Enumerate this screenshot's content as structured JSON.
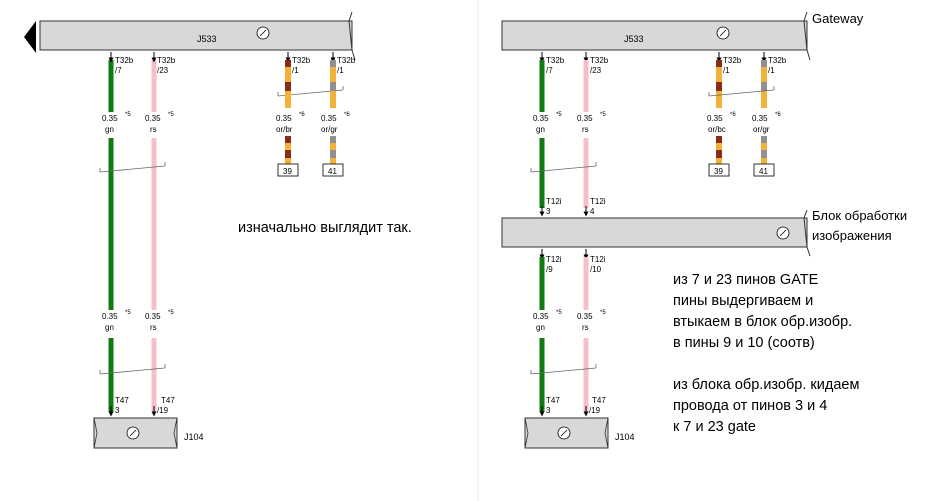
{
  "left_panel": {
    "gateway_id": "J533",
    "device_id": "J104",
    "note": "изначально выглядит так.",
    "wires": [
      {
        "top_pin": "T32b",
        "top_pin_no": "/7",
        "size_top": "0.35",
        "sup_top": "*5",
        "color_top": "gn",
        "size_bot": "0.35",
        "sup_bot": "*5",
        "color_bot": "gn",
        "bot_pin": "T47",
        "bot_pin_no": "3"
      },
      {
        "top_pin": "T32b",
        "top_pin_no": "/23",
        "size_top": "0.35",
        "sup_top": "*5",
        "color_top": "rs",
        "size_bot": "0.35",
        "sup_bot": "*5",
        "color_bot": "rs",
        "bot_pin": "T47",
        "bot_pin_no": "/19"
      },
      {
        "top_pin": "T32b",
        "top_pin_no": "/1",
        "size": "0.35",
        "sup": "*6",
        "color": "or/br",
        "ref": "39"
      },
      {
        "top_pin": "T32b",
        "top_pin_no": "/1",
        "size": "0.35",
        "sup": "*6",
        "color": "or/gr",
        "ref": "41"
      }
    ]
  },
  "right_panel": {
    "gateway_label": "Gateway",
    "gateway_id": "J533",
    "module_label_1": "Блок обработки",
    "module_label_2": "изображения",
    "device_id": "J104",
    "wires": [
      {
        "top_pin": "T32b",
        "top_pin_no": "/7",
        "size_top": "0.35",
        "sup_top": "*5",
        "color_top": "gn",
        "mid_pin_in": "T12i",
        "mid_pin_in_no": "3",
        "mid_pin_out": "T12i",
        "mid_pin_out_no": "/9",
        "size_bot": "0.35",
        "sup_bot": "*5",
        "color_bot": "gn",
        "bot_pin": "T47",
        "bot_pin_no": "3"
      },
      {
        "top_pin": "T32b",
        "top_pin_no": "/23",
        "size_top": "0.35",
        "sup_top": "*5",
        "color_top": "rs",
        "mid_pin_in": "T12i",
        "mid_pin_in_no": "4",
        "mid_pin_out": "T12i",
        "mid_pin_out_no": "/10",
        "size_bot": "0.35",
        "sup_bot": "*5",
        "color_bot": "rs",
        "bot_pin": "T47",
        "bot_pin_no": "/19"
      },
      {
        "top_pin": "T32b",
        "top_pin_no": "/1",
        "size": "0.35",
        "sup": "*6",
        "color": "or/bc",
        "ref": "39"
      },
      {
        "top_pin": "T32b",
        "top_pin_no": "/1",
        "size": "0.35",
        "sup": "*6",
        "color": "or/gr",
        "ref": "41"
      }
    ],
    "annotation": [
      "из 7 и 23 пинов GATE",
      "пины выдергиваем и",
      "втыкаем в блок обр.изобр.",
      "в пины 9 и 10 (соотв)",
      "",
      "из блока обр.изобр. кидаем",
      "провода от пинов 3 и 4",
      "к 7 и 23 gate"
    ]
  },
  "colors": {
    "green": "#117a11",
    "pink": "#f4c0c8",
    "orange": "#f2b23a",
    "brown": "#8b2c19",
    "grey": "#909090",
    "box_fill": "#d8d8d8"
  }
}
